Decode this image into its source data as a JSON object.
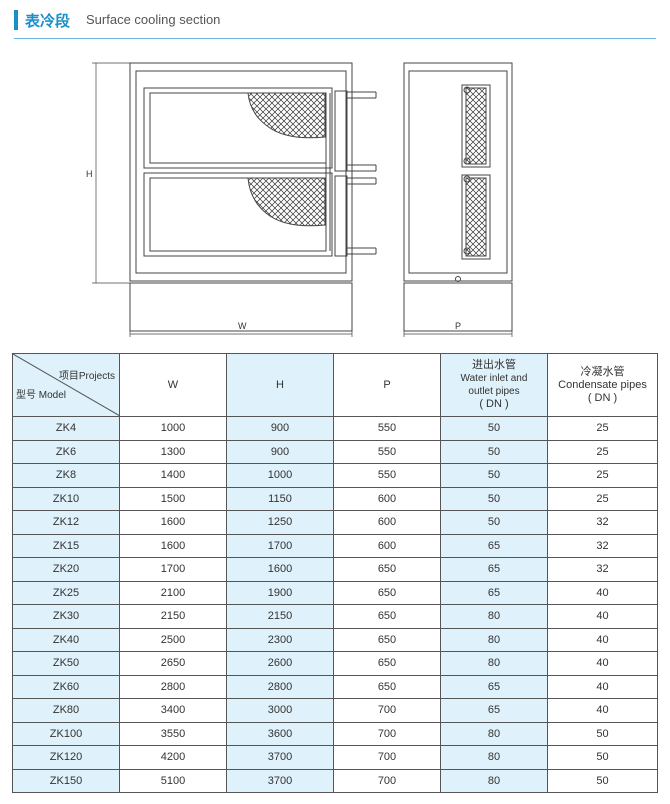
{
  "header": {
    "title_cn": "表冷段",
    "title_en": "Surface cooling section"
  },
  "drawing": {
    "dim_h": "H",
    "dim_w": "W",
    "dim_p": "P"
  },
  "table": {
    "corner_projects": "项目Projects",
    "corner_model": "型号  Model",
    "col_w": "W",
    "col_h": "H",
    "col_p": "P",
    "water_cn": "进出水管",
    "water_en_1": "Water inlet and",
    "water_en_2": "outlet pipes",
    "water_dn": "( DN )",
    "cond_cn": "冷凝水管",
    "cond_en": "Condensate pipes",
    "cond_dn": "( DN )",
    "rows": [
      [
        "ZK4",
        "1000",
        "900",
        "550",
        "50",
        "25"
      ],
      [
        "ZK6",
        "1300",
        "900",
        "550",
        "50",
        "25"
      ],
      [
        "ZK8",
        "1400",
        "1000",
        "550",
        "50",
        "25"
      ],
      [
        "ZK10",
        "1500",
        "1150",
        "600",
        "50",
        "25"
      ],
      [
        "ZK12",
        "1600",
        "1250",
        "600",
        "50",
        "32"
      ],
      [
        "ZK15",
        "1600",
        "1700",
        "600",
        "65",
        "32"
      ],
      [
        "ZK20",
        "1700",
        "1600",
        "650",
        "65",
        "32"
      ],
      [
        "ZK25",
        "2100",
        "1900",
        "650",
        "65",
        "40"
      ],
      [
        "ZK30",
        "2150",
        "2150",
        "650",
        "80",
        "40"
      ],
      [
        "ZK40",
        "2500",
        "2300",
        "650",
        "80",
        "40"
      ],
      [
        "ZK50",
        "2650",
        "2600",
        "650",
        "80",
        "40"
      ],
      [
        "ZK60",
        "2800",
        "2800",
        "650",
        "65",
        "40"
      ],
      [
        "ZK80",
        "3400",
        "3000",
        "700",
        "65",
        "40"
      ],
      [
        "ZK100",
        "3550",
        "3600",
        "700",
        "80",
        "50"
      ],
      [
        "ZK120",
        "4200",
        "3700",
        "700",
        "80",
        "50"
      ],
      [
        "ZK150",
        "5100",
        "3700",
        "700",
        "80",
        "50"
      ]
    ]
  }
}
